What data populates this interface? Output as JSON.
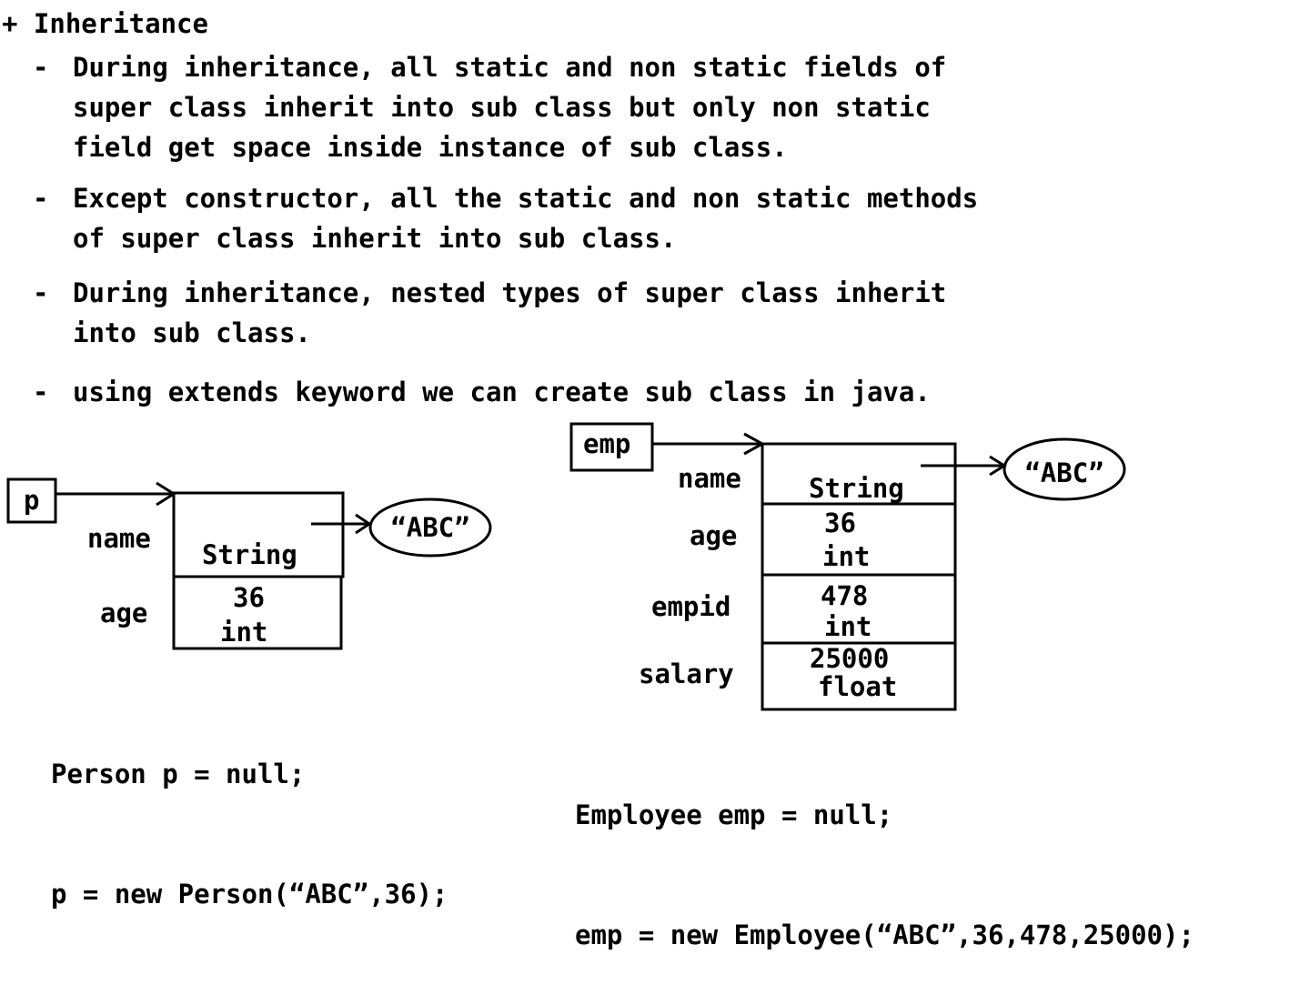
{
  "heading": "+ Inheritance",
  "bullets": [
    {
      "dash": "-",
      "lines": [
        "During inheritance, all static and non static fields of",
        "super class inherit into sub class but only non static",
        "field get space inside instance of sub class."
      ]
    },
    {
      "dash": "-",
      "lines": [
        "Except constructor, all the static and non static methods",
        "of super class inherit into sub class."
      ]
    },
    {
      "dash": "-",
      "lines": [
        "During inheritance, nested types of super class inherit",
        "into sub class."
      ]
    },
    {
      "dash": "-",
      "lines": [
        "using extends keyword we can create sub class in java."
      ]
    }
  ],
  "person": {
    "ref": "p",
    "fields": [
      {
        "label": "name",
        "value": "",
        "type": "String"
      },
      {
        "label": "age",
        "value": "36",
        "type": "int"
      }
    ],
    "string_object": "“ABC”",
    "code": [
      "Person p = null;",
      "p = new Person(“ABC”,36);"
    ]
  },
  "employee": {
    "ref": "emp",
    "fields": [
      {
        "label": "name",
        "value": "",
        "type": "String"
      },
      {
        "label": "age",
        "value": "36",
        "type": "int"
      },
      {
        "label": "empid",
        "value": "478",
        "type": "int"
      },
      {
        "label": "salary",
        "value": "25000",
        "type": "float"
      }
    ],
    "string_object": "“ABC”",
    "code": [
      "Employee emp = null;",
      "emp = new Employee(“ABC”,36,478,25000);"
    ]
  }
}
